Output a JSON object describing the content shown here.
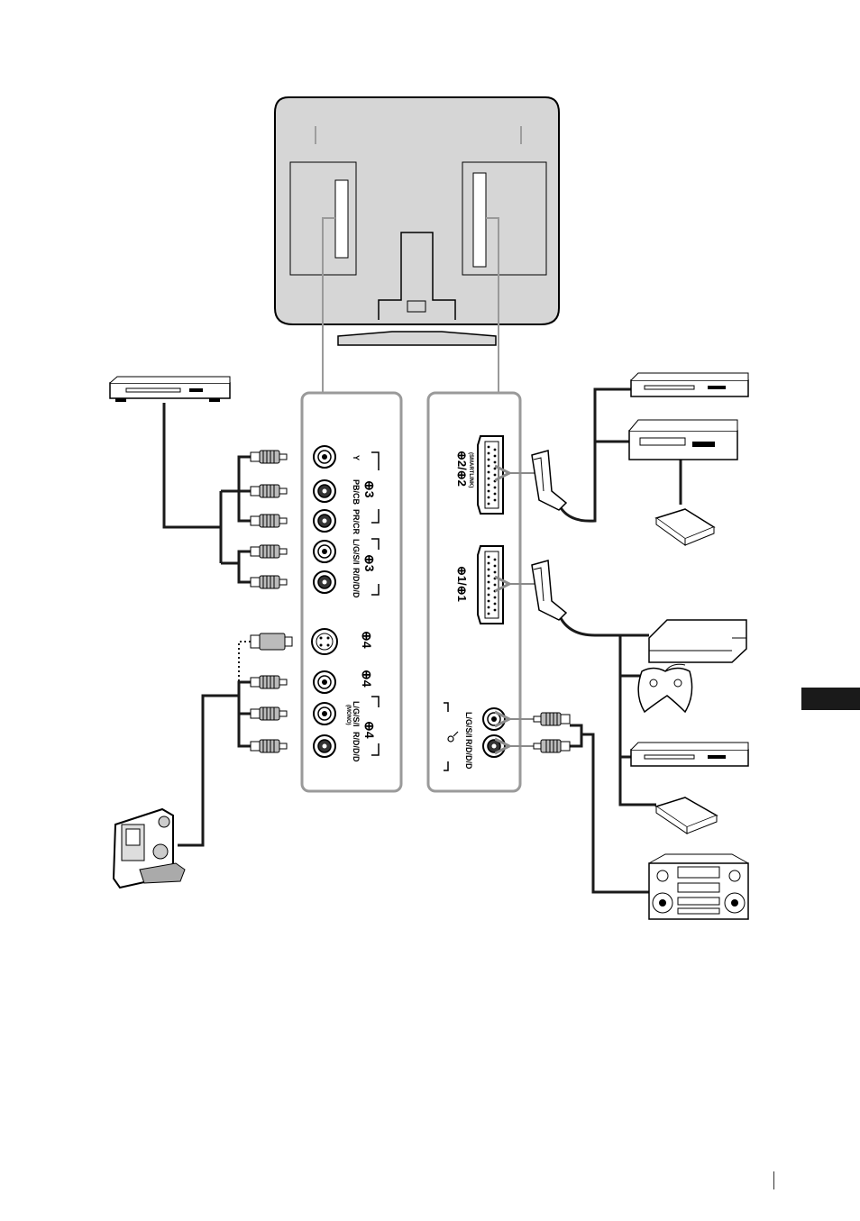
{
  "left_panel": {
    "component_group": "⊕3",
    "y_label": "Y",
    "pb_label": "PB/CB",
    "pr_label": "PR/CR",
    "audio3_group": "⊕3",
    "audio3_l": "L/G/S/I",
    "audio3_r": "R/D/D/D",
    "svideo_group": "⊕4",
    "video4_group": "⊕4",
    "audio4_group": "⊕4",
    "audio4_l": "L/G/S/I",
    "audio4_mono": "(MONO)",
    "audio4_r": "R/D/D/D"
  },
  "right_panel": {
    "scart2_label": "⊕2/⊕2",
    "smartlink_label": "(SMARTLINK)",
    "scart1_label": "⊕1/⊕1",
    "audio_out_l": "L/G/S/I",
    "audio_out_r": "R/D/D/D"
  },
  "colors": {
    "panel_border": "#9a9a9a",
    "tv_fill": "#d6d6d6",
    "cable": "#1a1a1a",
    "tab": "#1a1a1a"
  }
}
